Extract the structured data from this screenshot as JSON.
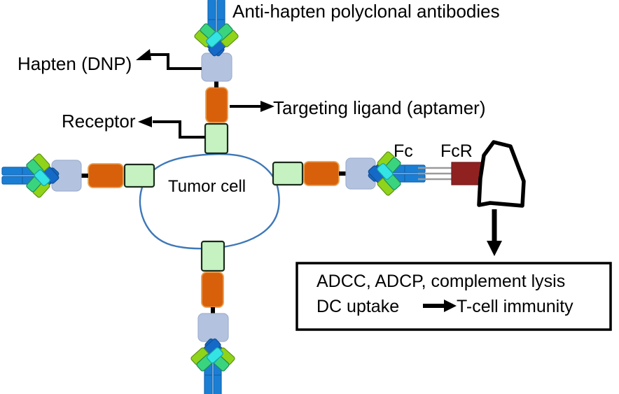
{
  "diagram": {
    "title": "Anti-hapten polyclonal antibodies",
    "labels": {
      "hapten": "Hapten (DNP)",
      "receptor": "Receptor",
      "targeting_ligand": "Targeting ligand (aptamer)",
      "tumor_cell": "Tumor cell",
      "fc": "Fc",
      "fcr": "FcR"
    },
    "outcome_box": {
      "line1": "ADCC, ADCP, complement lysis",
      "line2_prefix": "DC uptake",
      "line2_suffix": "T-cell immunity"
    },
    "colors": {
      "antibody_fc_blue": "#1a7fd4",
      "antibody_arm_blue": "#1569c7",
      "antibody_arm_green": "#8fd41a",
      "antibody_arm_cyan": "#34e3e3",
      "antibody_arm_springgreen": "#3ad47f",
      "antibody_hinge_pink": "#f79aa0",
      "hapten_bluegray": "#b3c2de",
      "aptamer_orange": "#d9600b",
      "receptor_lightgreen": "#c6f2c2",
      "tumor_outline_blue": "#3f78b8",
      "fcr_darkred": "#8f2221",
      "immune_cell_outline": "#000000",
      "text_black": "#000000"
    },
    "elements": {
      "hapten_name": "hapten-dnp-square",
      "aptamer_name": "targeting-ligand-aptamer",
      "receptor_name": "tumor-receptor",
      "tumor_cell_name": "tumor-cell",
      "immune_cell_name": "effector-immune-cell",
      "fcr_name": "fc-receptor"
    },
    "antibody_count": 4,
    "antibody_positions": [
      "top",
      "left",
      "right",
      "bottom"
    ]
  }
}
